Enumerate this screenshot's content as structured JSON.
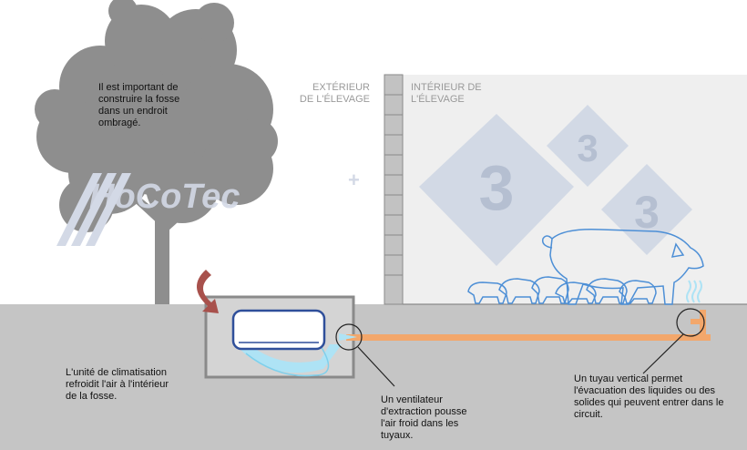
{
  "labels": {
    "exterior": "EXTÉRIEUR\nDE L'ÉLEVAGE",
    "interior": "INTÉRIEUR DE\nL'ÉLEVAGE"
  },
  "annotations": {
    "shade": "Il est important de\nconstruire la fosse\ndans un endroit\nombragé.",
    "ac_unit": "L'unité de climatisation\nrefroidit l'air à l'intérieur\nde la fosse.",
    "fan": "Un ventilateur\nd'extraction pousse\nl'air froid dans les\ntuyaux.",
    "vertical_pipe": "Un tuyau vertical permet\nl'évacuation des liquides ou des\nsolides qui peuvent entrer dans le\ncircuit."
  },
  "watermarks": {
    "brand": "HoCoTec",
    "brand_plus": "+",
    "badge_number": "3"
  },
  "colors": {
    "ground": "#c5c5c5",
    "tree": "#8e8e8e",
    "wall": "#c2c2c2",
    "interior_bg": "#efefef",
    "pipe": "#f3a76b",
    "arrow": "#a8514c",
    "animals": "#4d8fd6",
    "ac_outline": "#2f4f9a",
    "cold_air": "#aee3f5",
    "watermark": "#cfd6e4"
  }
}
